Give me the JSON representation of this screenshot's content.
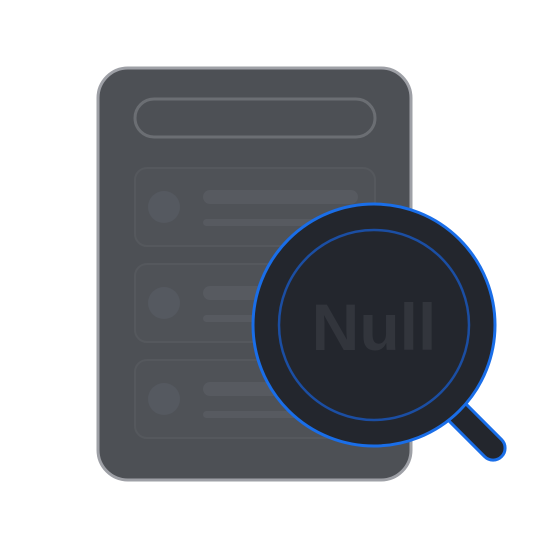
{
  "illustration": {
    "magnifier_text": "Null",
    "icon_name": "empty-state-search-icon",
    "colors": {
      "document_fill": "#4d5055",
      "document_stroke": "#9ea0a6",
      "search_bar_stroke": "#6b6e73",
      "row_stroke": "#55585d",
      "row_fill": "#4f5257",
      "row_avatar": "#555960",
      "row_line": "#575a60",
      "lens_fill": "#23262d",
      "lens_stroke": "#1a6ee8",
      "inner_ring_stroke": "#1b4ea3",
      "handle_fill": "#23262d",
      "handle_stroke": "#1a6ee8",
      "null_text": "#32353c"
    },
    "list_rows": [
      {
        "id": "row-1"
      },
      {
        "id": "row-2"
      },
      {
        "id": "row-3"
      }
    ]
  }
}
